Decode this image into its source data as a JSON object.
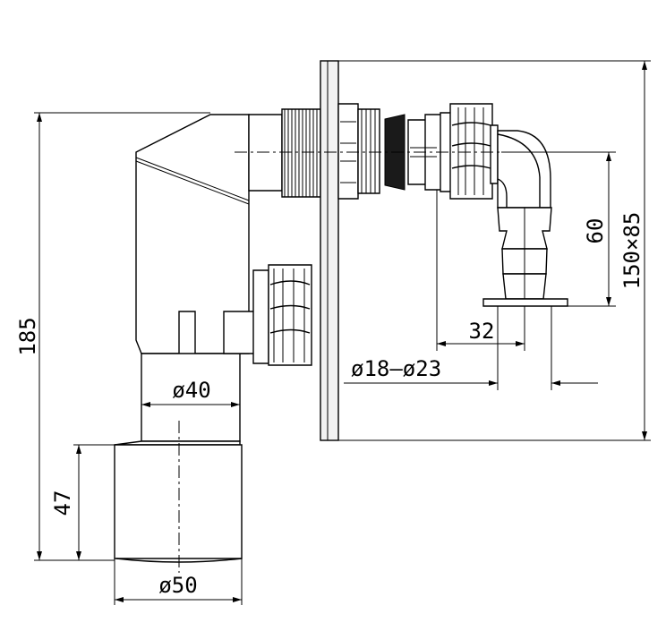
{
  "dimensions": {
    "total_height": "185",
    "outlet_length": "47",
    "outlet_diameter": "ø50",
    "body_diameter": "ø40",
    "hose_range": "ø18–ø23",
    "hose_offset": "32",
    "elbow_height": "60",
    "plate_size": "150×85"
  }
}
